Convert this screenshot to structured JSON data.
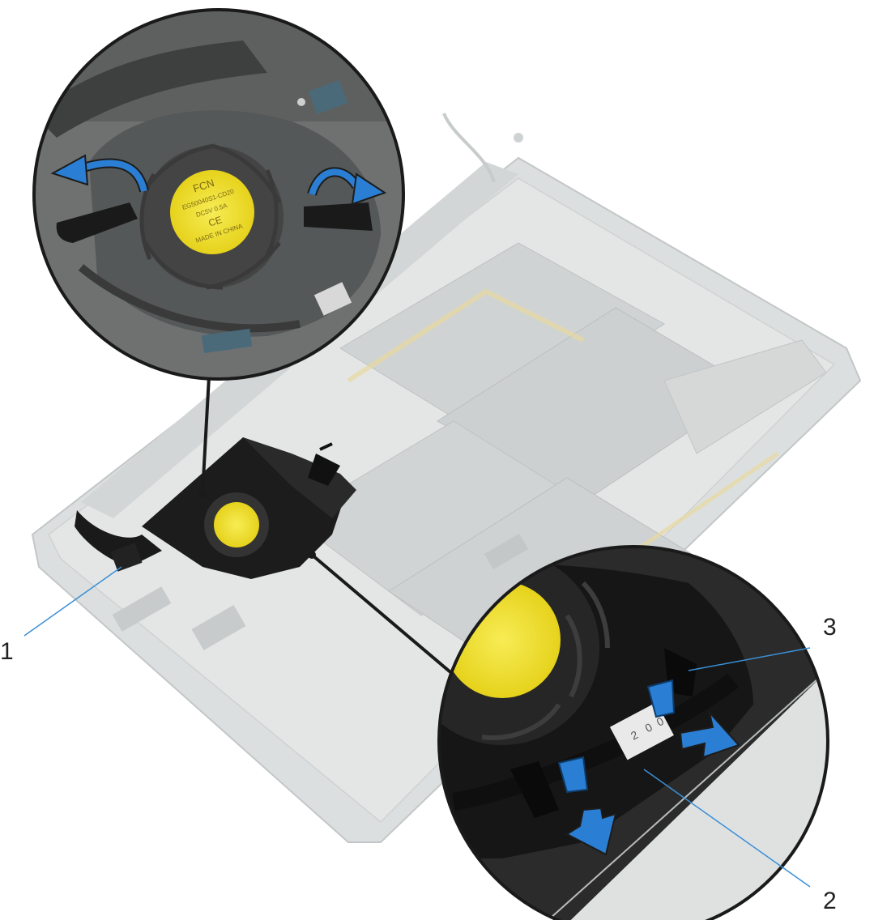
{
  "callouts": {
    "c1": "1",
    "c2": "2",
    "c3": "3"
  },
  "fan_label_lines": [
    "FCN",
    "EG50040S1-CD20",
    "DC5V 0.5A",
    "CE",
    "MADE IN CHINA"
  ],
  "colors": {
    "arrow_blue": "#2a7fd4",
    "leader_blue": "#3a8fd6",
    "fan_yellow": "#f2e234",
    "laptop_gray": "#d9dcdc",
    "chassis_dark": "#1a1a1a"
  },
  "icons": {
    "arrow": "curved-arrow-icon",
    "pull": "pull-arrow-icon"
  }
}
